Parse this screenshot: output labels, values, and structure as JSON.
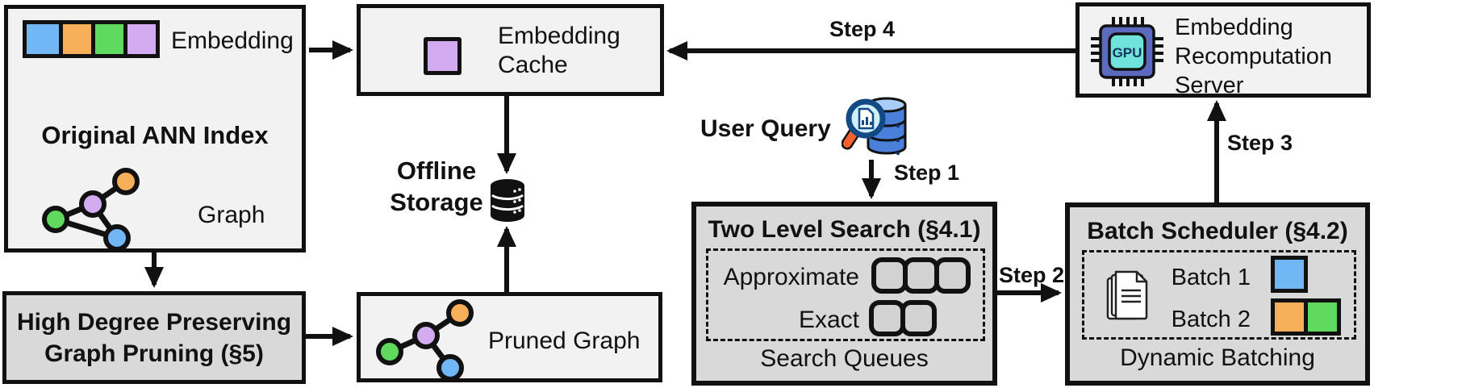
{
  "diagram_title": "ANN index serving pipeline architecture",
  "colors": {
    "blue": "#71b6f5",
    "orange": "#f6ae58",
    "green": "#5fda5f",
    "purple": "#d3abf1",
    "box_light": "#f2f2f2",
    "box_dark": "#d9d9d9",
    "gpu_chip": "#5b6cc0",
    "gpu_core": "#70e4dc",
    "db_blue": "#4a80d9",
    "db_blue_light": "#aacdf7",
    "magnifier_rim": "#134a86",
    "magnifier_lens": "#cfeffc",
    "magnifier_handle": "#f2642c"
  },
  "icons": {
    "embedding_vector": "embedding-vector-icon",
    "graph": "graph-icon",
    "pruned_graph": "pruned-graph-icon",
    "database": "database-icon",
    "query_magnifier": "query-magnifier-database-icon",
    "documents": "documents-stack-icon",
    "gpu": "gpu-chip-icon"
  },
  "nodes": {
    "original_ann_index": {
      "title": "Original ANN Index",
      "embedding_label": "Embedding",
      "graph_label": "Graph"
    },
    "high_degree_pruning": {
      "label_line1": "High Degree Preserving",
      "label_line2": "Graph Pruning (§5)"
    },
    "embedding_cache": {
      "label_line1": "Embedding",
      "label_line2": "Cache"
    },
    "offline_storage": {
      "label_line1": "Offline",
      "label_line2": "Storage"
    },
    "pruned_graph": {
      "label": "Pruned Graph"
    },
    "user_query": {
      "label": "User Query"
    },
    "two_level_search": {
      "title": "Two Level Search (§4.1)",
      "row1_label": "Approximate",
      "row2_label": "Exact",
      "caption": "Search Queues"
    },
    "batch_scheduler": {
      "title": "Batch Scheduler (§4.2)",
      "batch1_label": "Batch 1",
      "batch2_label": "Batch 2",
      "caption": "Dynamic Batching"
    },
    "recomputation_server": {
      "label_line1": "Embedding",
      "label_line2": "Recomputation",
      "label_line3": "Server",
      "gpu_text": "GPU"
    }
  },
  "steps": {
    "step1": "Step 1",
    "step2": "Step 2",
    "step3": "Step 3",
    "step4": "Step 4"
  }
}
